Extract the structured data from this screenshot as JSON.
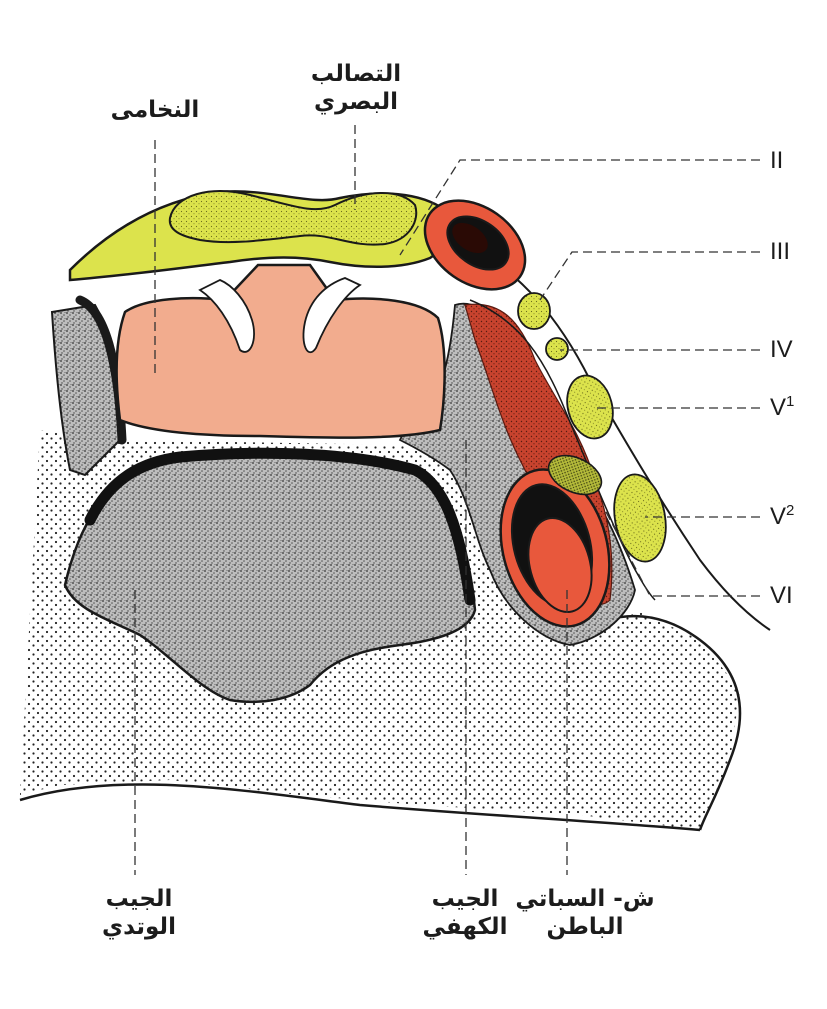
{
  "labels": {
    "hypophysis": "النخامى",
    "chiasm_line1": "التصالب",
    "chiasm_line2": "البصري",
    "sphenoid_line1": "الجيب",
    "sphenoid_line2": "الوتدي",
    "cavernous_line1": "الجيب",
    "cavernous_line2": "الكهفي",
    "carotid_line1": "ش- السباتي",
    "carotid_line2": "الباطن",
    "nerve_II": "II",
    "nerve_III": "III",
    "nerve_IV": "IV",
    "nerve_V1_base": "V",
    "nerve_V1_sup": "1",
    "nerve_V2_base": "V",
    "nerve_V2_sup": "2",
    "nerve_VI": "VI"
  },
  "colors": {
    "nerve_yellow": "#dce34c",
    "chiasm_fill": "#e8ec70",
    "pituitary_pink": "#f2ac8e",
    "carotid_red": "#e8583c",
    "dark_red": "#b8382a",
    "sinus_gray": "#a8a8a8",
    "bone_dark": "#1a1a1a"
  }
}
